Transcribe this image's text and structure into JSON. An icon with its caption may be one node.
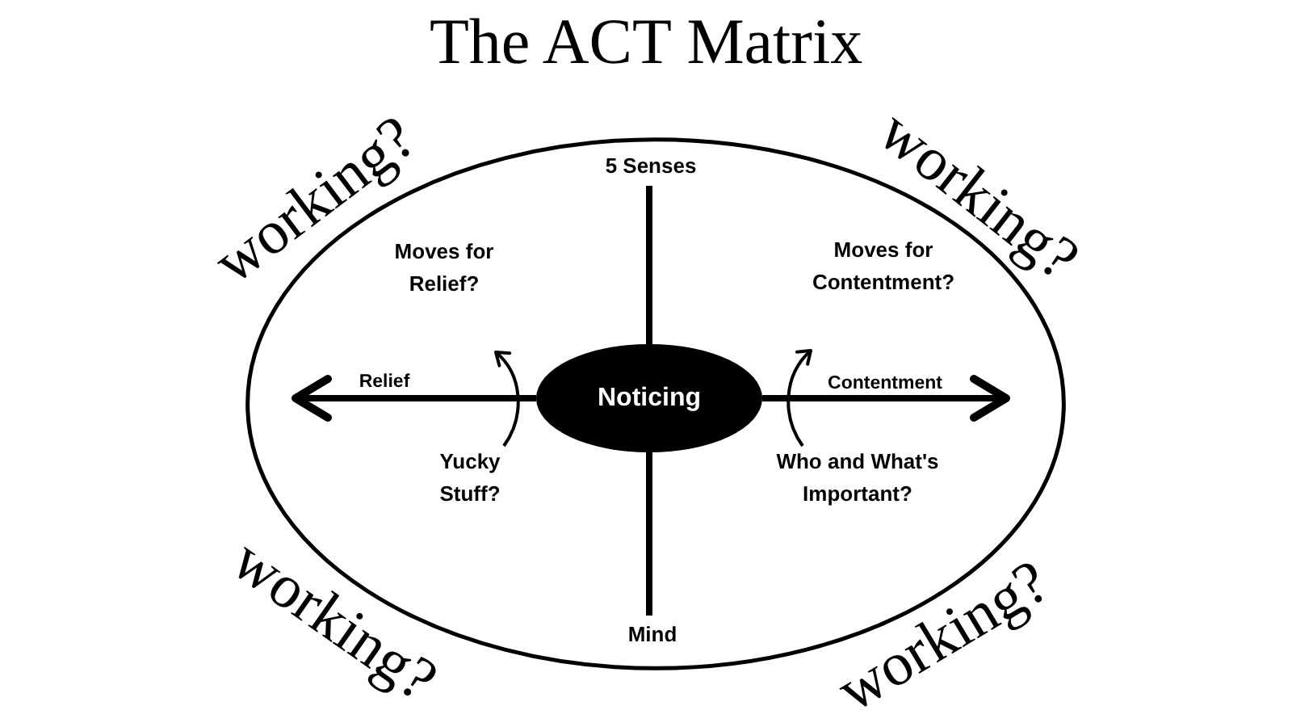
{
  "diagram": {
    "title": "The ACT Matrix",
    "nodes": [
      {
        "text": [],
        "shape": "ellipse"
      },
      {
        "text": [
          "5 Senses"
        ],
        "in": 0
      },
      {
        "text": [
          "Moves for Relief?"
        ],
        "in": 0
      },
      {
        "text": [
          "Moves for Contentment?"
        ],
        "in": 0
      },
      {
        "text": [
          "Noticing"
        ],
        "in": 0
      },
      {
        "text": [
          "Yucky Stuff?"
        ],
        "in": 0
      },
      {
        "text": [
          "Who and What's Important?"
        ],
        "in": 0
      },
      {
        "text": [
          "Mind"
        ],
        "in": 0
      }
    ],
    "edges": [
      {
        "from": 4,
        "to": 1,
        "arrow": "none"
      },
      {
        "from": 4,
        "to": 7,
        "arrow": "none"
      },
      {
        "from": 4,
        "to": null,
        "arrow": "to",
        "label": "Relief"
      },
      {
        "from": 4,
        "to": null,
        "arrow": "to",
        "label": "Contentment"
      },
      {
        "from": 5,
        "to": 2,
        "arrow": "to"
      },
      {
        "from": 6,
        "to": 3,
        "arrow": "to"
      }
    ],
    "labels": [
      "working?",
      "working?",
      "working?",
      "working?"
    ]
  }
}
